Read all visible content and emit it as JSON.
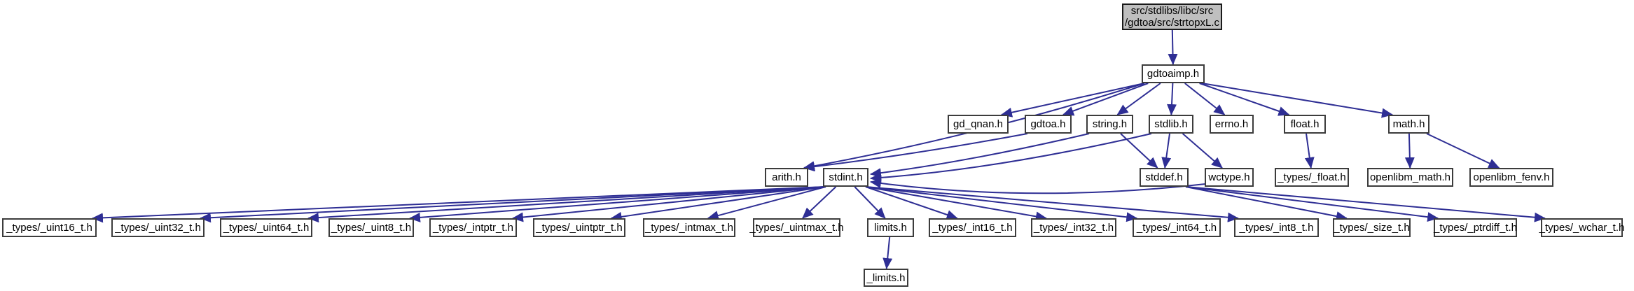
{
  "diagram": {
    "kind": "include-dependency-graph",
    "colors": {
      "edge": "#2e2e94",
      "node_border": "#3c3c3c",
      "node_fill": "#ffffff",
      "root_fill": "#bfbfbf",
      "text": "#000000",
      "background": "#ffffff"
    },
    "nodes": [
      {
        "id": "root",
        "label": "src/stdlibs/libc/src\n/gdtoa/src/strtopxL.c",
        "kind": "root"
      },
      {
        "id": "gdtoaimp",
        "label": "gdtoaimp.h",
        "kind": "header"
      },
      {
        "id": "gd_qnan",
        "label": "gd_qnan.h",
        "kind": "header"
      },
      {
        "id": "gdtoa",
        "label": "gdtoa.h",
        "kind": "header"
      },
      {
        "id": "string",
        "label": "string.h",
        "kind": "header"
      },
      {
        "id": "stdlib",
        "label": "stdlib.h",
        "kind": "header"
      },
      {
        "id": "errno",
        "label": "errno.h",
        "kind": "header"
      },
      {
        "id": "float",
        "label": "float.h",
        "kind": "header"
      },
      {
        "id": "math",
        "label": "math.h",
        "kind": "header"
      },
      {
        "id": "arith",
        "label": "arith.h",
        "kind": "header"
      },
      {
        "id": "stdint",
        "label": "stdint.h",
        "kind": "header"
      },
      {
        "id": "stddef",
        "label": "stddef.h",
        "kind": "header"
      },
      {
        "id": "wctype",
        "label": "wctype.h",
        "kind": "header"
      },
      {
        "id": "types_float",
        "label": "_types/_float.h",
        "kind": "header"
      },
      {
        "id": "olm_math",
        "label": "openlibm_math.h",
        "kind": "header"
      },
      {
        "id": "olm_fenv",
        "label": "openlibm_fenv.h",
        "kind": "header"
      },
      {
        "id": "uint16",
        "label": "_types/_uint16_t.h",
        "kind": "header"
      },
      {
        "id": "uint32",
        "label": "_types/_uint32_t.h",
        "kind": "header"
      },
      {
        "id": "uint64",
        "label": "_types/_uint64_t.h",
        "kind": "header"
      },
      {
        "id": "uint8",
        "label": "_types/_uint8_t.h",
        "kind": "header"
      },
      {
        "id": "intptr",
        "label": "_types/_intptr_t.h",
        "kind": "header"
      },
      {
        "id": "uintptr",
        "label": "_types/_uintptr_t.h",
        "kind": "header"
      },
      {
        "id": "intmax",
        "label": "_types/_intmax_t.h",
        "kind": "header"
      },
      {
        "id": "uintmax",
        "label": "_types/_uintmax_t.h",
        "kind": "header"
      },
      {
        "id": "limits",
        "label": "limits.h",
        "kind": "header"
      },
      {
        "id": "int16",
        "label": "_types/_int16_t.h",
        "kind": "header"
      },
      {
        "id": "int32",
        "label": "_types/_int32_t.h",
        "kind": "header"
      },
      {
        "id": "int64",
        "label": "_types/_int64_t.h",
        "kind": "header"
      },
      {
        "id": "int8",
        "label": "_types/_int8_t.h",
        "kind": "header"
      },
      {
        "id": "size_t",
        "label": "_types/_size_t.h",
        "kind": "header"
      },
      {
        "id": "ptrdiff",
        "label": "_types/_ptrdiff_t.h",
        "kind": "header"
      },
      {
        "id": "wchar",
        "label": "_types/_wchar_t.h",
        "kind": "header"
      },
      {
        "id": "limits_priv",
        "label": "_limits.h",
        "kind": "header"
      }
    ],
    "edges": [
      {
        "from": "root",
        "to": "gdtoaimp"
      },
      {
        "from": "gdtoaimp",
        "to": "arith"
      },
      {
        "from": "gdtoaimp",
        "to": "gd_qnan"
      },
      {
        "from": "gdtoaimp",
        "to": "gdtoa"
      },
      {
        "from": "gdtoaimp",
        "to": "string"
      },
      {
        "from": "gdtoaimp",
        "to": "stdlib"
      },
      {
        "from": "gdtoaimp",
        "to": "errno"
      },
      {
        "from": "gdtoaimp",
        "to": "float"
      },
      {
        "from": "gdtoaimp",
        "to": "math"
      },
      {
        "from": "gdtoa",
        "to": "arith"
      },
      {
        "from": "string",
        "to": "stdint"
      },
      {
        "from": "string",
        "to": "stddef"
      },
      {
        "from": "stdlib",
        "to": "stdint"
      },
      {
        "from": "stdlib",
        "to": "stddef"
      },
      {
        "from": "stdlib",
        "to": "wctype"
      },
      {
        "from": "wctype",
        "to": "stdint"
      },
      {
        "from": "float",
        "to": "types_float"
      },
      {
        "from": "math",
        "to": "olm_math"
      },
      {
        "from": "math",
        "to": "olm_fenv"
      },
      {
        "from": "stdint",
        "to": "uint16"
      },
      {
        "from": "stdint",
        "to": "uint32"
      },
      {
        "from": "stdint",
        "to": "uint64"
      },
      {
        "from": "stdint",
        "to": "uint8"
      },
      {
        "from": "stdint",
        "to": "intptr"
      },
      {
        "from": "stdint",
        "to": "uintptr"
      },
      {
        "from": "stdint",
        "to": "intmax"
      },
      {
        "from": "stdint",
        "to": "uintmax"
      },
      {
        "from": "stdint",
        "to": "limits"
      },
      {
        "from": "stdint",
        "to": "int16"
      },
      {
        "from": "stdint",
        "to": "int32"
      },
      {
        "from": "stdint",
        "to": "int64"
      },
      {
        "from": "stdint",
        "to": "int8"
      },
      {
        "from": "stddef",
        "to": "size_t"
      },
      {
        "from": "stddef",
        "to": "ptrdiff"
      },
      {
        "from": "stddef",
        "to": "wchar"
      },
      {
        "from": "limits",
        "to": "limits_priv"
      }
    ]
  }
}
